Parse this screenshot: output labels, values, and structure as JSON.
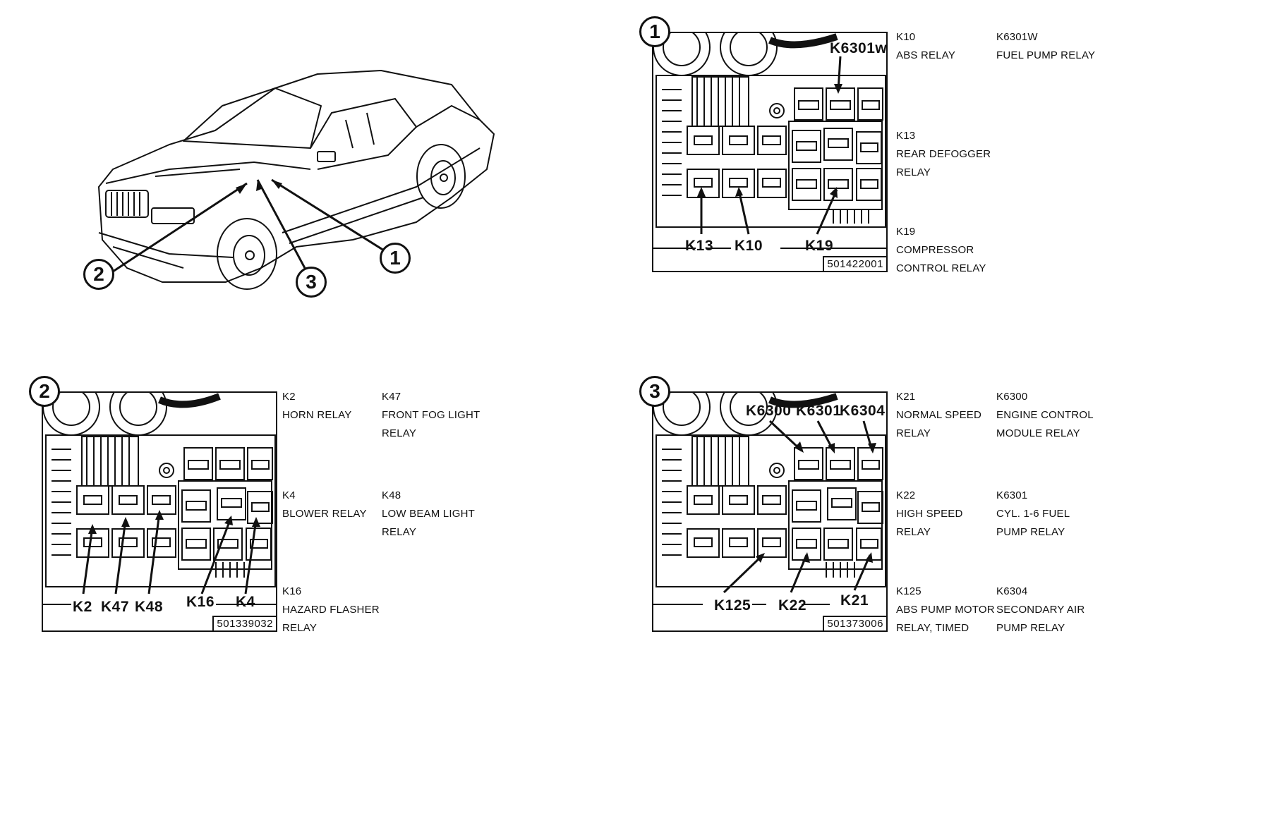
{
  "car": {
    "callouts": [
      "1",
      "2",
      "3"
    ]
  },
  "panel1": {
    "number": "1",
    "code": "501422001",
    "labels": {
      "k6301w": "K6301w",
      "k13": "K13",
      "k10": "K10",
      "k19": "K19"
    },
    "legend": [
      {
        "id": "K10",
        "desc": "ABS RELAY"
      },
      {
        "id": "K6301w",
        "desc": "FUEL PUMP RELAY"
      },
      {
        "id": "K13",
        "desc": "REAR DEFOGGER\nRELAY"
      },
      {
        "id": "K19",
        "desc": "COMPRESSOR\nCONTROL RELAY"
      }
    ]
  },
  "panel2": {
    "number": "2",
    "code": "501339032",
    "labels": {
      "k2": "K2",
      "k47": "K47",
      "k48": "K48",
      "k16": "K16",
      "k4": "K4"
    },
    "legend": [
      {
        "id": "K2",
        "desc": "HORN RELAY"
      },
      {
        "id": "K47",
        "desc": "FRONT FOG LIGHT\nRELAY"
      },
      {
        "id": "K4",
        "desc": "BLOWER RELAY"
      },
      {
        "id": "K48",
        "desc": "LOW BEAM LIGHT\nRELAY"
      },
      {
        "id": "K16",
        "desc": "HAZARD FLASHER\nRELAY"
      }
    ]
  },
  "panel3": {
    "number": "3",
    "code": "501373006",
    "labels": {
      "k6300": "K6300",
      "k6301": "K6301",
      "k6304": "K6304",
      "k125": "K125",
      "k22": "K22",
      "k21": "K21"
    },
    "legend": [
      {
        "id": "K21",
        "desc": "NORMAL SPEED\nRELAY"
      },
      {
        "id": "K6300",
        "desc": "ENGINE CONTROL\nMODULE RELAY"
      },
      {
        "id": "K22",
        "desc": "HIGH SPEED\nRELAY"
      },
      {
        "id": "K6301",
        "desc": "CYL. 1-6 FUEL\nPUMP RELAY"
      },
      {
        "id": "K125",
        "desc": "ABS PUMP MOTOR\nRELAY, TIMED"
      },
      {
        "id": "K6304",
        "desc": "SECONDARY AIR\nPUMP RELAY"
      }
    ]
  }
}
